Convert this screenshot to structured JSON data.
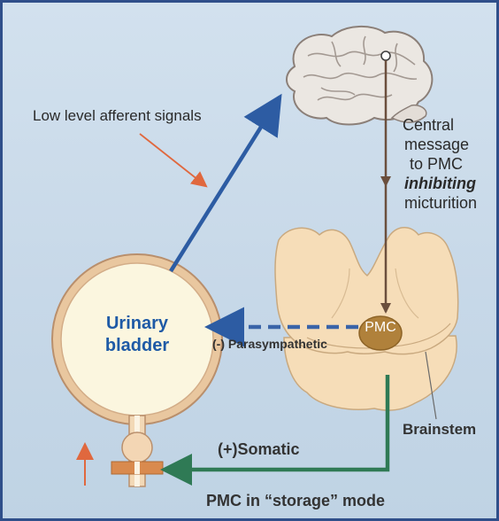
{
  "labels": {
    "afferent": "Low level afferent signals",
    "central_message": [
      "Central",
      "message",
      "to PMC",
      "inhibiting",
      "micturition"
    ],
    "bladder": [
      "Urinary",
      "bladder"
    ],
    "parasympathetic": "(-) Parasympathetic",
    "pmc": "PMC",
    "brainstem": "Brainstem",
    "somatic": "(+)Somatic",
    "storage_mode": "PMC in “storage” mode"
  },
  "colors": {
    "afferent_arrow": "#2d5ca3",
    "central_arrow": "#6b4f3d",
    "parasympathetic_arrow": "#3a64a8",
    "somatic_pathway": "#2f7a55",
    "indicator_arrow": "#e0683e",
    "pmc_nucleus": "#b0813b",
    "brainstem_fill": "#f6ddb8",
    "bladder_wall": "#e9c79f",
    "bladder_lumen": "#fbf6df"
  },
  "icons": {
    "brain": "brain-icon",
    "brainstem": "brainstem-icon",
    "bladder": "bladder-icon"
  }
}
